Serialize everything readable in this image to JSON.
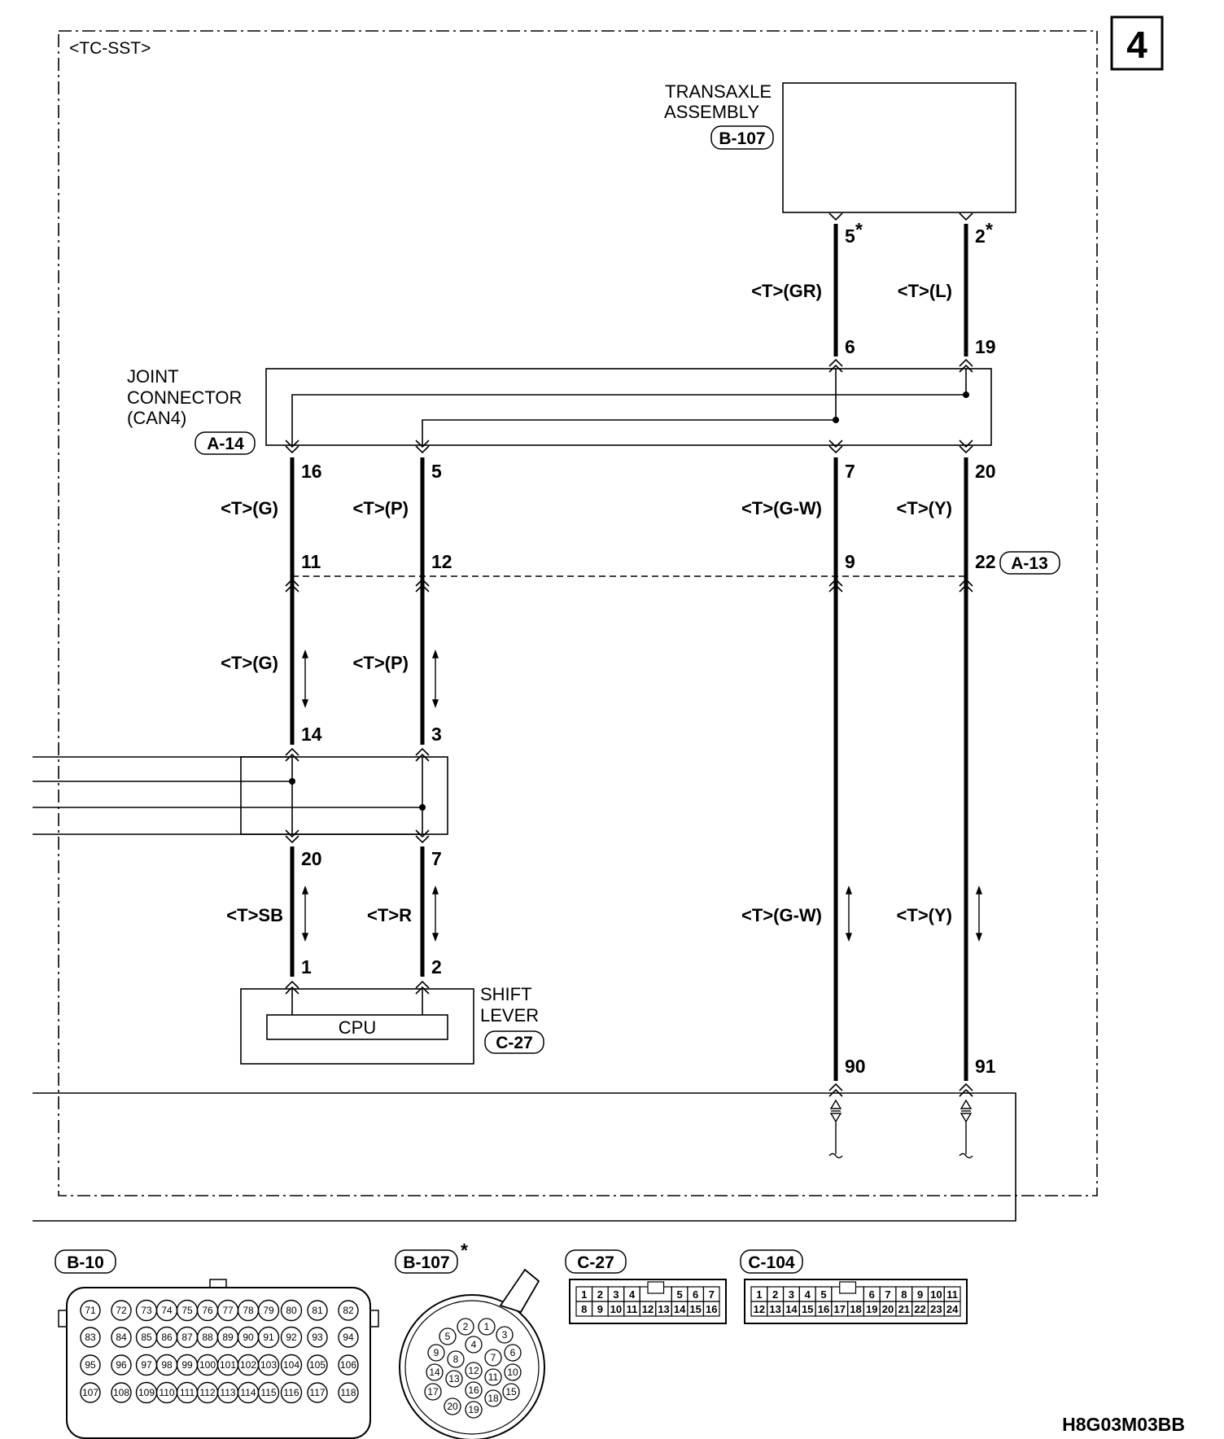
{
  "page_number": "4",
  "header": "<TC-SST>",
  "footer_code": "H8G03M03BB",
  "components": {
    "transaxle": {
      "line1": "TRANSAXLE",
      "line2": "ASSEMBLY",
      "tag": "B-107"
    },
    "joint": {
      "line1": "JOINT",
      "line2": "CONNECTOR",
      "line3": "(CAN4)",
      "tag": "A-14"
    },
    "shift": {
      "line1": "SHIFT",
      "line2": "LEVER",
      "tag": "C-27",
      "cpu": "CPU"
    },
    "intermediate_tag": "A-13"
  },
  "pins": {
    "p5s": "5",
    "p2s": "2",
    "star": "*",
    "p6": "6",
    "p19": "19",
    "p16": "16",
    "p5": "5",
    "p7a": "7",
    "p20a": "20",
    "p11": "11",
    "p12": "12",
    "p9": "9",
    "p22": "22",
    "p14": "14",
    "p3": "3",
    "p20b": "20",
    "p7b": "7",
    "p1": "1",
    "p2": "2",
    "p90": "90",
    "p91": "91"
  },
  "wires": {
    "gr": "<T>(GR)",
    "l": "<T>(L)",
    "g": "<T>(G)",
    "p": "<T>(P)",
    "gw": "<T>(G-W)",
    "y": "<T>(Y)",
    "sb": "<T>SB",
    "r": "<T>R"
  },
  "connectors": {
    "b10": {
      "tag": "B-10",
      "rows": [
        [
          "71",
          "72",
          "73",
          "74",
          "75",
          "76",
          "77",
          "78",
          "79",
          "80",
          "81",
          "82"
        ],
        [
          "83",
          "84",
          "85",
          "86",
          "87",
          "88",
          "89",
          "90",
          "91",
          "92",
          "93",
          "94"
        ],
        [
          "95",
          "96",
          "97",
          "98",
          "99",
          "100",
          "101",
          "102",
          "103",
          "104",
          "105",
          "106"
        ],
        [
          "107",
          "108",
          "109",
          "110",
          "111",
          "112",
          "113",
          "114",
          "115",
          "116",
          "117",
          "118"
        ]
      ]
    },
    "b107": {
      "tag": "B-107",
      "pins": [
        "1",
        "2",
        "3",
        "4",
        "5",
        "6",
        "7",
        "8",
        "9",
        "10",
        "11",
        "12",
        "13",
        "14",
        "15",
        "16",
        "17",
        "18",
        "19",
        "20"
      ]
    },
    "c27": {
      "tag": "C-27",
      "row1": [
        "1",
        "2",
        "3",
        "4",
        "5",
        "6",
        "7"
      ],
      "row2": [
        "8",
        "9",
        "10",
        "11",
        "12",
        "13",
        "14",
        "15",
        "16"
      ]
    },
    "c104": {
      "tag": "C-104",
      "row1": [
        "1",
        "2",
        "3",
        "4",
        "5",
        "6",
        "7",
        "8",
        "9",
        "10",
        "11"
      ],
      "row2": [
        "12",
        "13",
        "14",
        "15",
        "16",
        "17",
        "18",
        "19",
        "20",
        "21",
        "22",
        "23",
        "24"
      ]
    }
  }
}
